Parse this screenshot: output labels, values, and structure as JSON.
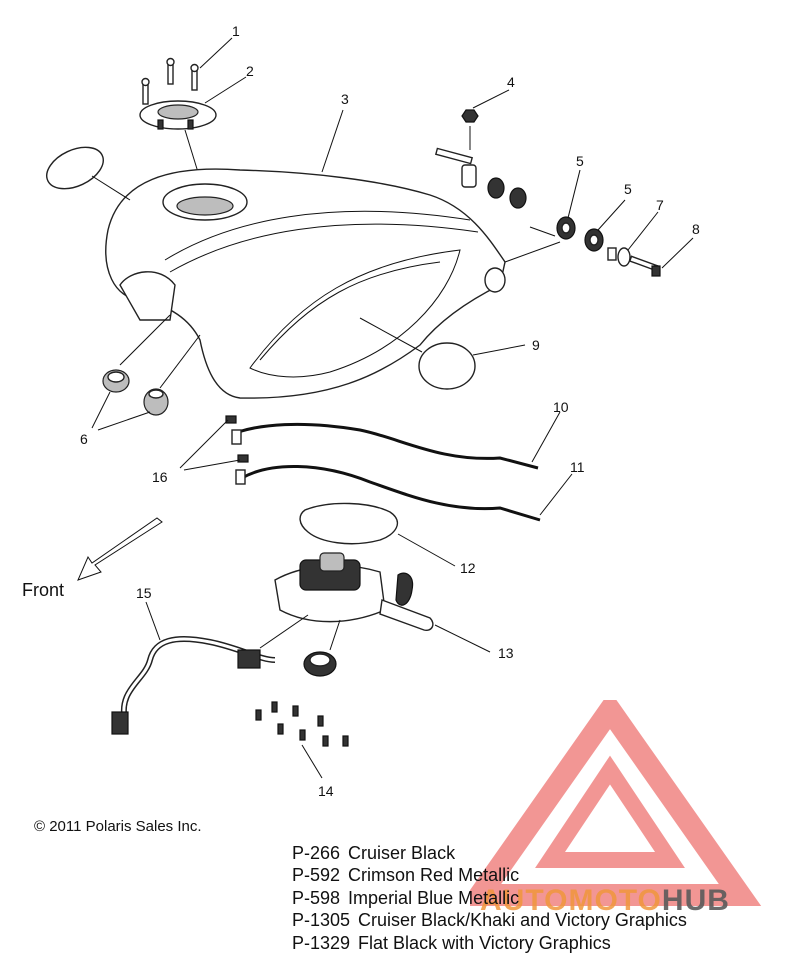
{
  "diagram": {
    "callouts": [
      "1",
      "2",
      "3",
      "4",
      "5",
      "5",
      "6",
      "7",
      "8",
      "9",
      "10",
      "11",
      "12",
      "13",
      "14",
      "15",
      "16"
    ],
    "front_label": "Front"
  },
  "copyright": "© 2011 Polaris Sales Inc.",
  "legend": [
    {
      "code": "P-266",
      "name": "Cruiser Black"
    },
    {
      "code": "P-592",
      "name": "Crimson Red Metallic"
    },
    {
      "code": "P-598",
      "name": "Imperial Blue Metallic"
    },
    {
      "code": "P-1305",
      "name": "Cruiser Black/Khaki and Victory Graphics"
    },
    {
      "code": "P-1329",
      "name": "Flat Black with Victory Graphics"
    }
  ],
  "watermark": {
    "part_a": "AUTO",
    "part_b": "MOTO",
    "part_c": "HUB"
  },
  "colors": {
    "line": "#111111",
    "watermark_red": "#e8403c"
  }
}
